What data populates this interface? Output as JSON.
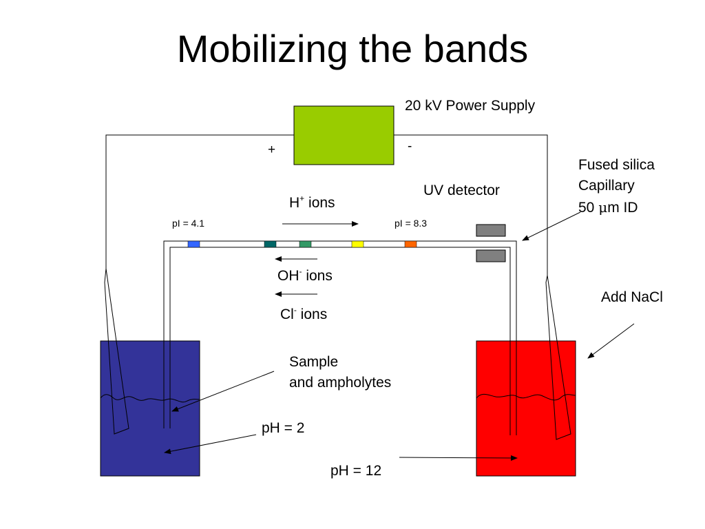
{
  "title": "Mobilizing the bands",
  "power_supply": {
    "label": "20 kV Power Supply",
    "plus": "+",
    "minus": "-",
    "color": "#99cc00"
  },
  "capillary": {
    "label_line1": "Fused silica",
    "label_line2": "Capillary",
    "label_line3_num": "50 ",
    "label_line3_mu": "μ",
    "label_line3_unit": "m ID"
  },
  "detector": {
    "label": "UV detector",
    "color": "#808080"
  },
  "ions": {
    "h": {
      "base": "H",
      "sup": "+",
      "rest": " ions"
    },
    "oh": {
      "base": "OH",
      "sup": "-",
      "rest": " ions"
    },
    "cl": {
      "base": "Cl",
      "sup": "-",
      "rest": " ions"
    }
  },
  "pi_labels": {
    "left": "pI = 4.1",
    "right": "pI = 8.3"
  },
  "bands": [
    {
      "color": "#3366ff"
    },
    {
      "color": "#006666"
    },
    {
      "color": "#339966"
    },
    {
      "color": "#ffff00"
    },
    {
      "color": "#ff6600"
    }
  ],
  "reservoirs": {
    "anode": {
      "color": "#333399",
      "ph_label": "pH = 2"
    },
    "cathode": {
      "color": "#ff0000",
      "ph_label": "pH = 12"
    }
  },
  "annotations": {
    "sample_line1": "Sample",
    "sample_line2": "and ampholytes",
    "add_nacl": "Add NaCl"
  }
}
